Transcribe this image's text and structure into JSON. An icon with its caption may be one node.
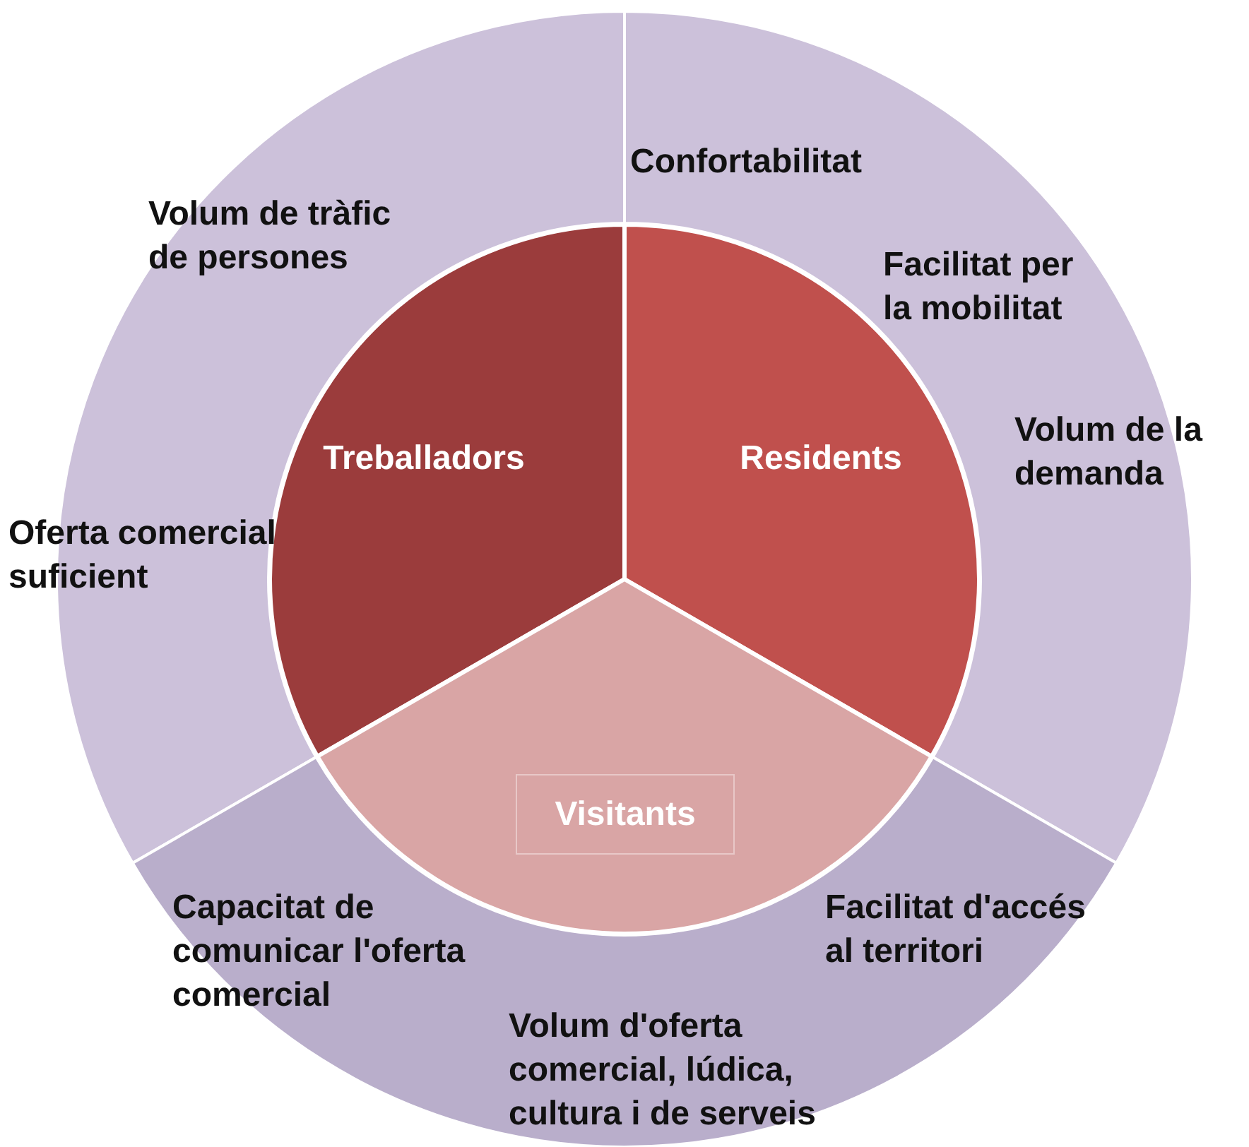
{
  "diagram": {
    "nodes": [
      {
        "text": [
          "Volum de tràfic de persones",
          "Oferta comercial suficient"
        ]
      },
      {
        "text": [
          "Confortabilitat",
          "Facilitat per la mobilitat",
          "Volum de la demanda"
        ]
      },
      {
        "text": [
          "Capacitat de comunicar l'oferta comercial",
          "Facilitat d'accés al territori",
          "Volum d'oferta comercial, lúdica, cultura i de serveis"
        ]
      },
      {
        "text": [
          "Treballadors"
        ]
      },
      {
        "text": [
          "Residents"
        ]
      },
      {
        "text": [
          "Visitants"
        ]
      }
    ]
  }
}
